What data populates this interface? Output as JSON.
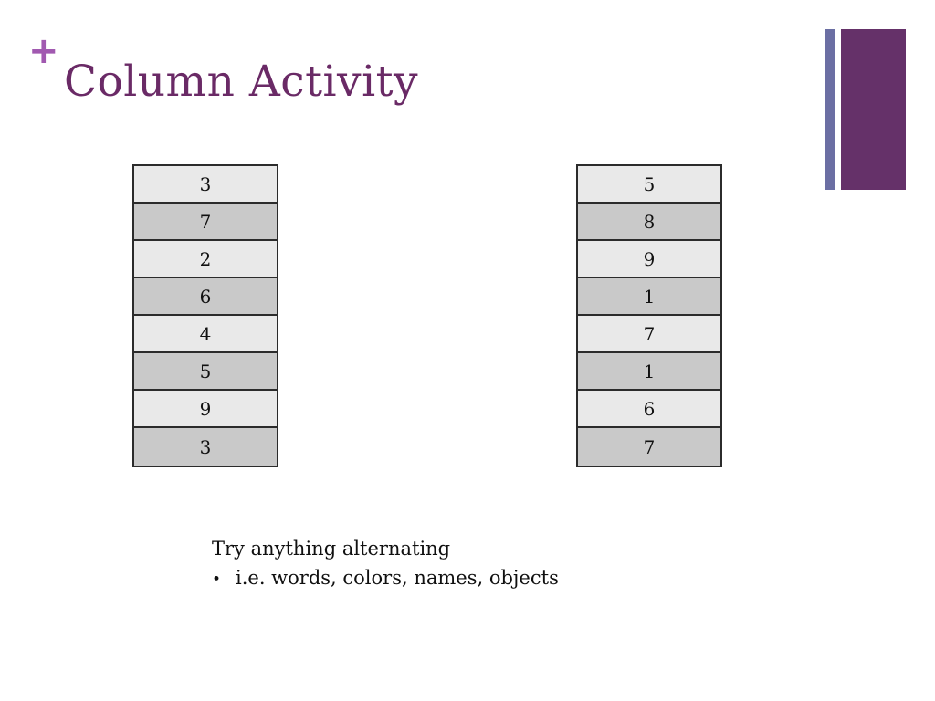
{
  "slide": {
    "title": "Column Activity",
    "title_marker": "+",
    "accent_purple": "#653169",
    "accent_blue": "#6b6fa3",
    "title_color": "#6a2a66",
    "plus_color": "#a159b0"
  },
  "columns": [
    {
      "name": "left-column",
      "cells": [
        {
          "value": "3",
          "shade": "light"
        },
        {
          "value": "7",
          "shade": "dark"
        },
        {
          "value": "2",
          "shade": "light"
        },
        {
          "value": "6",
          "shade": "dark"
        },
        {
          "value": "4",
          "shade": "light"
        },
        {
          "value": "5",
          "shade": "dark"
        },
        {
          "value": "9",
          "shade": "light"
        },
        {
          "value": "3",
          "shade": "dark"
        }
      ]
    },
    {
      "name": "right-column",
      "cells": [
        {
          "value": "5",
          "shade": "light"
        },
        {
          "value": "8",
          "shade": "dark"
        },
        {
          "value": "9",
          "shade": "light"
        },
        {
          "value": "1",
          "shade": "dark"
        },
        {
          "value": "7",
          "shade": "light"
        },
        {
          "value": "1",
          "shade": "dark"
        },
        {
          "value": "6",
          "shade": "light"
        },
        {
          "value": "7",
          "shade": "dark"
        }
      ]
    }
  ],
  "body": {
    "line_main": "Try anything alternating",
    "bullet_marker": "•",
    "bullet_text": "i.e. words, colors, names, objects"
  }
}
